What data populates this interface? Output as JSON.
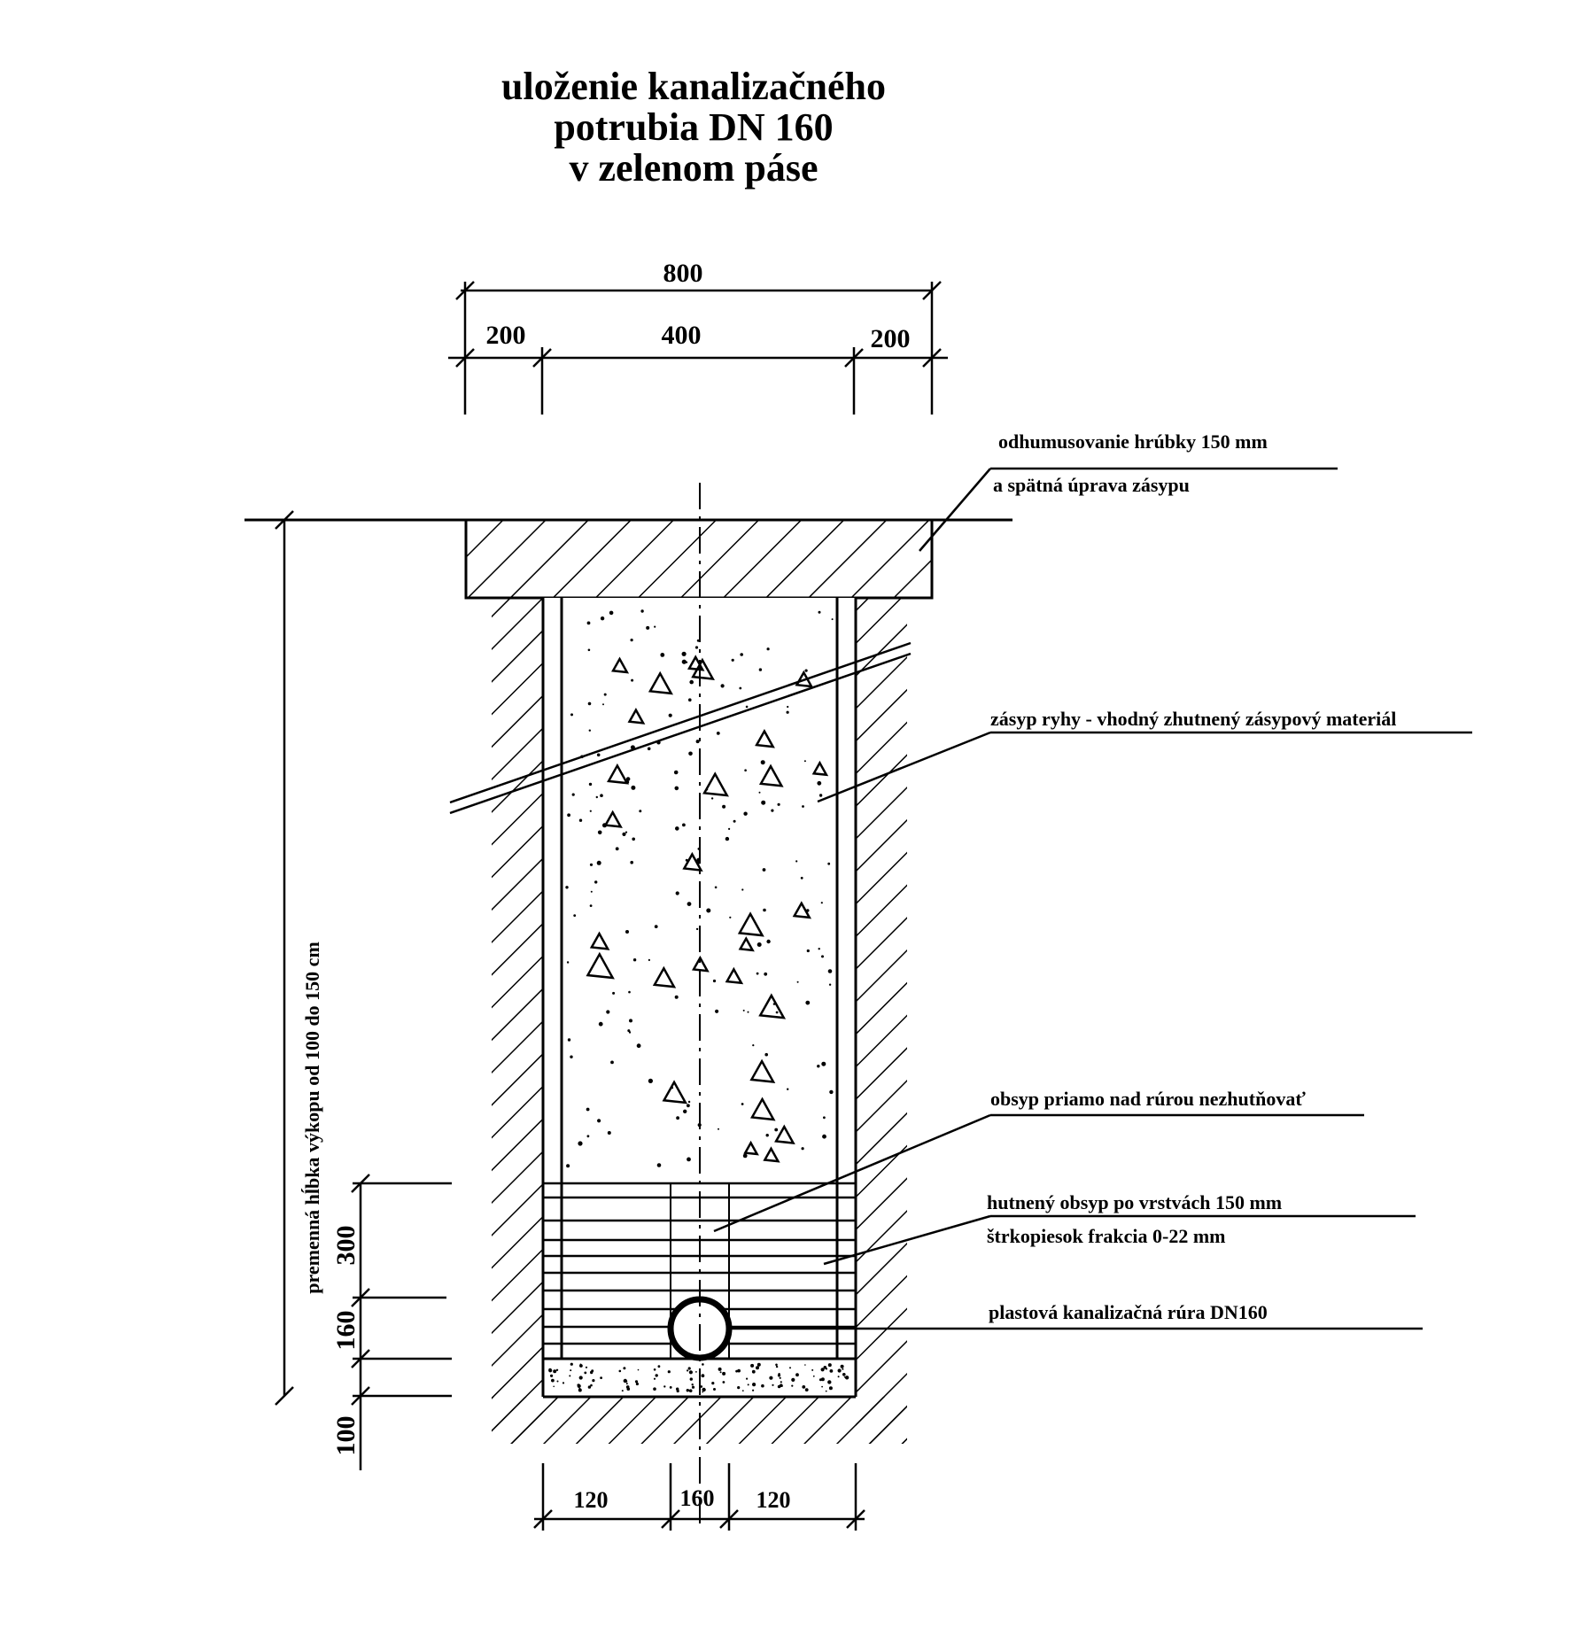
{
  "title": {
    "line1": "uloženie kanalizačného",
    "line2": "potrubia DN 160",
    "line3": "v zelenom páse"
  },
  "dimensions": {
    "total_width": "800",
    "left": "200",
    "middle": "400",
    "right": "200",
    "bottom_left": "120",
    "bottom_middle": "160",
    "bottom_right": "120",
    "height_obsyp": "300",
    "height_pipe": "160",
    "height_bed": "100"
  },
  "labels": {
    "topsoil_1": "odhumusovanie hrúbky 150 mm",
    "topsoil_2": "a spätná úprava zásypu",
    "backfill": "zásyp ryhy - vhodný zhutnený zásypový materiál",
    "cover": "obsyp priamo nad rúrou nezhutňovať",
    "compacted_1": "hutnený obsyp po vrstvách 150 mm",
    "compacted_2": "štrkopiesok frakcia 0-22 mm",
    "pipe": "plastová kanalizačná rúra DN160",
    "depth": "premenná hĺbka výkopu od 100 do 150 cm"
  },
  "colors": {
    "ink": "#000000",
    "background": "#ffffff"
  }
}
